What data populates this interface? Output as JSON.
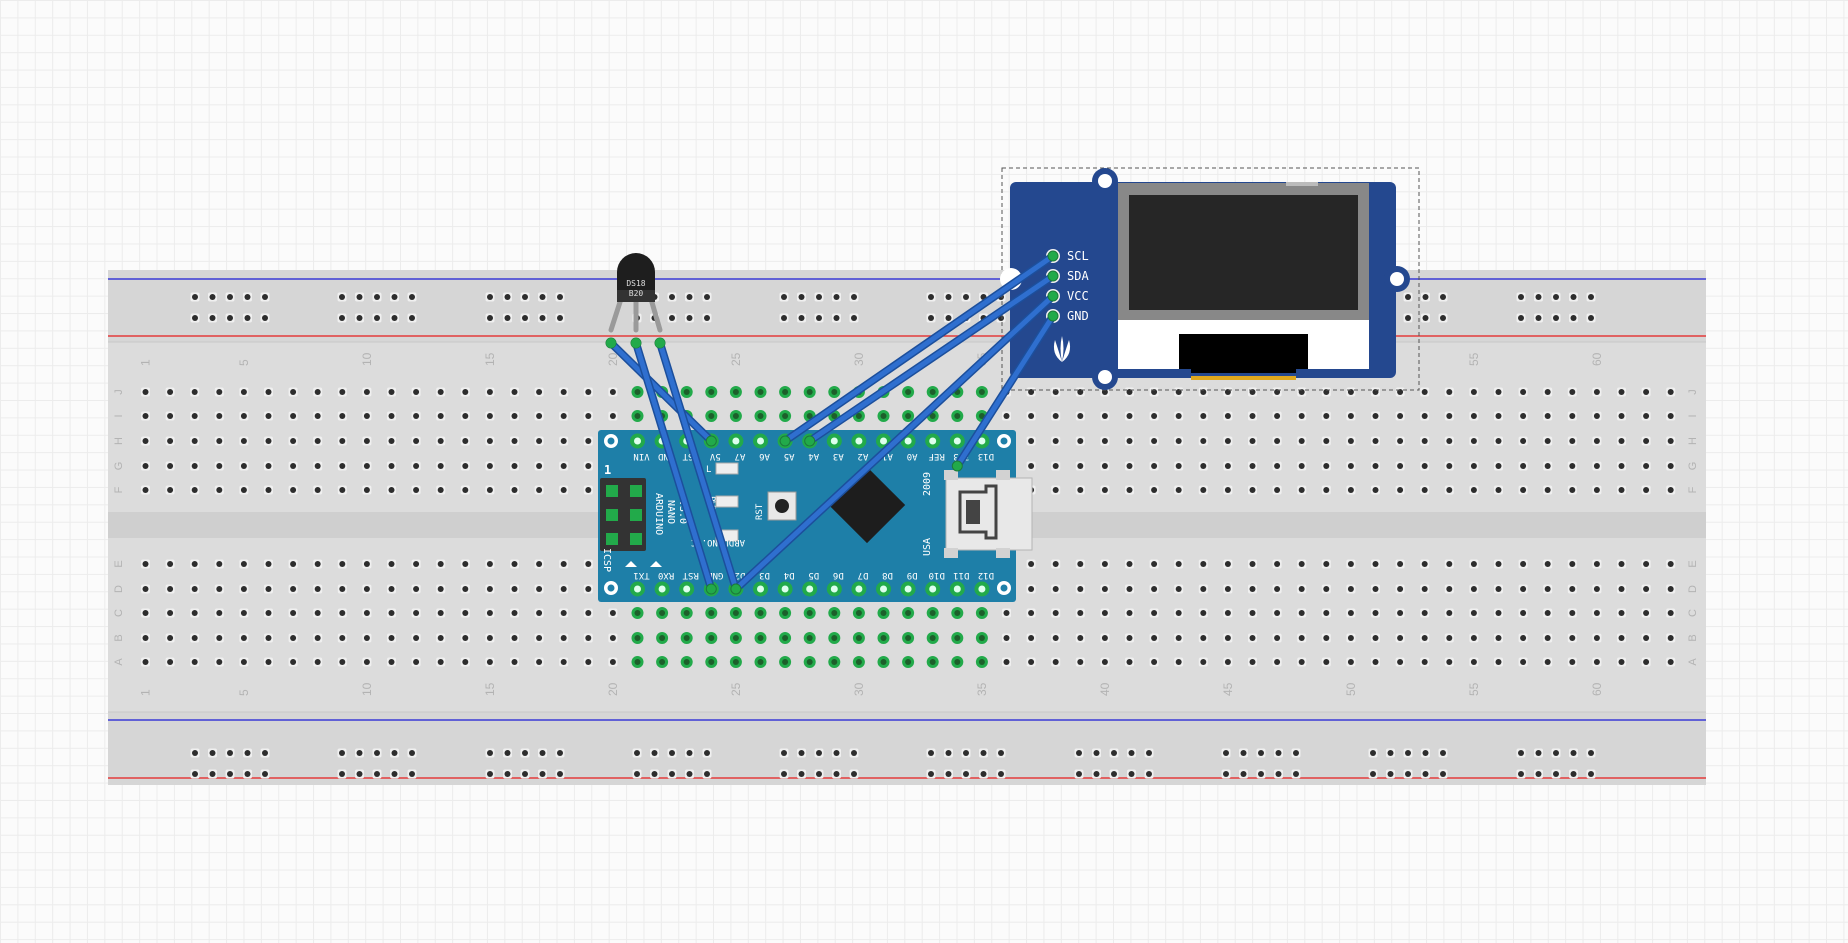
{
  "breadboard": {
    "column_numbers": [
      "1",
      "5",
      "10",
      "15",
      "20",
      "25",
      "30",
      "35",
      "40",
      "45",
      "50",
      "55",
      "60"
    ],
    "rows_top": [
      "J",
      "I",
      "H",
      "G",
      "F"
    ],
    "rows_bottom": [
      "E",
      "D",
      "C",
      "B",
      "A"
    ]
  },
  "sensor": {
    "label_line1": "DS18",
    "label_line2": "B20"
  },
  "nano": {
    "top_pins": [
      "D12",
      "D11",
      "D10",
      "D9",
      "D8",
      "D7",
      "D6",
      "D5",
      "D4",
      "D3",
      "D2",
      "GND",
      "RST",
      "RX0",
      "TX1"
    ],
    "bottom_pins": [
      "VIN",
      "GND",
      "RST",
      "5V",
      "A7",
      "A6",
      "A5",
      "A4",
      "A3",
      "A2",
      "A1",
      "A0",
      "REF",
      "3V3",
      "D13"
    ],
    "title_line1": "ARDUINO",
    "title_line2": "NANO",
    "title_line3": "V3.0",
    "icsp": "ICSP",
    "pin1": "1",
    "pwr": "PWR",
    "led_l": "L",
    "rst_button": "RST",
    "arduino_cc": "ARDUINO.CC",
    "year": "2009",
    "usa": "USA"
  },
  "oled": {
    "pins": [
      "SCL",
      "SDA",
      "VCC",
      "GND"
    ]
  },
  "colors": {
    "wire": "#2f6fcf",
    "nano_board": "#1e7fa8",
    "oled_board": "#24488f",
    "rail_red": "#e33b3b",
    "rail_blue": "#3a3ad6",
    "pin_green": "#22aa4a",
    "breadboard": "#dcdcdc"
  }
}
